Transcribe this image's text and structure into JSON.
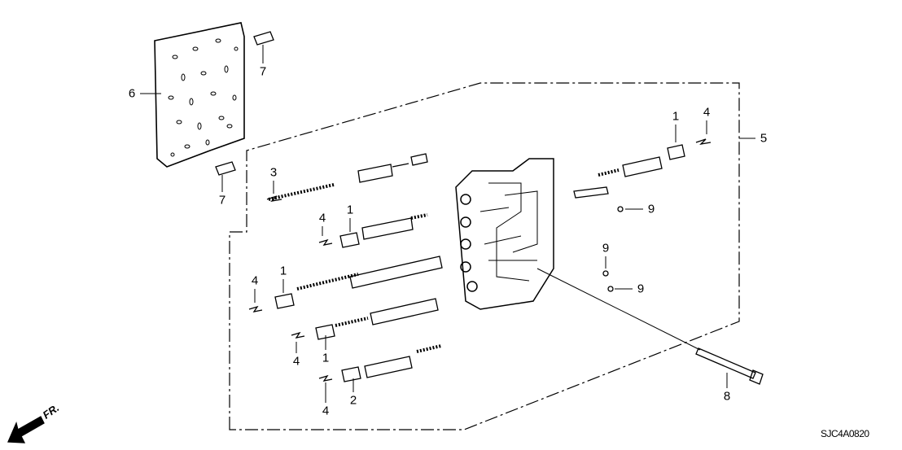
{
  "diagram": {
    "callouts": [
      "6",
      "7",
      "7",
      "3",
      "4",
      "1",
      "1",
      "4",
      "1",
      "4",
      "4",
      "2",
      "1",
      "4",
      "5",
      "9",
      "9",
      "9",
      "8"
    ],
    "direction_label": "FR.",
    "diagram_code": "SJC4A0820"
  },
  "colors": {
    "ink": "#000000",
    "background": "#ffffff"
  }
}
